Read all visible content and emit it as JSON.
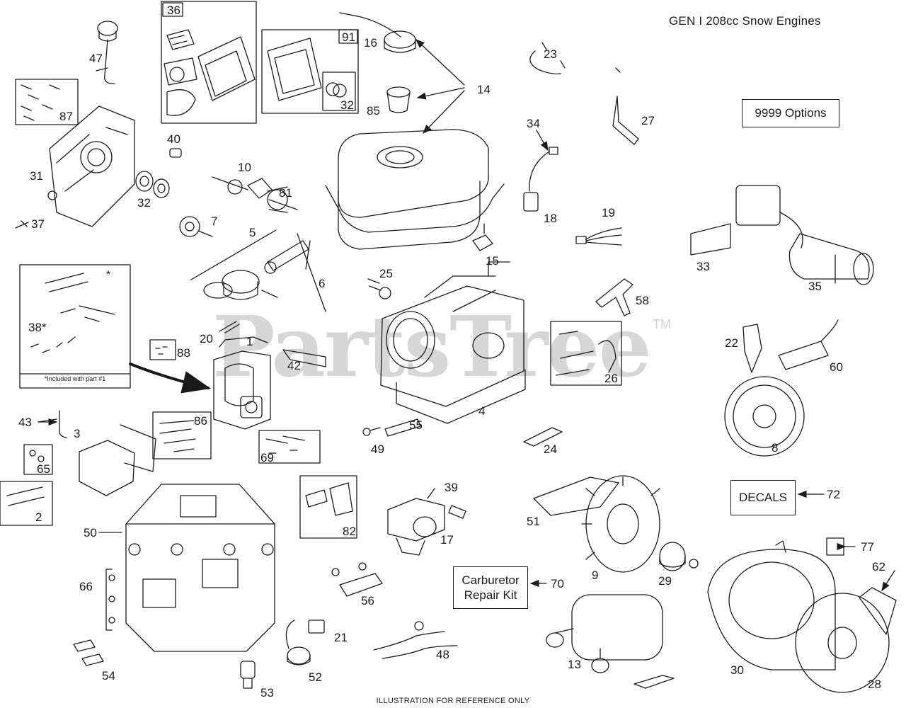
{
  "title": "GEN I 208cc Snow Engines",
  "watermark": "PartsTree",
  "trademark": "TM",
  "footer": "ILLUSTRATION FOR REFERENCE ONLY",
  "inset_note": "*Included with part #1",
  "inset_star": "*",
  "callouts": {
    "options": "9999  Options",
    "decals": "DECALS",
    "carb_line1": "Carburetor",
    "carb_line2": "Repair Kit"
  },
  "parts": [
    {
      "id": "36"
    },
    {
      "id": "91"
    },
    {
      "id": "16"
    },
    {
      "id": "14"
    },
    {
      "id": "85"
    },
    {
      "id": "32"
    },
    {
      "id": "47"
    },
    {
      "id": "87"
    },
    {
      "id": "31"
    },
    {
      "id": "37"
    },
    {
      "id": "40"
    },
    {
      "id": "32b"
    },
    {
      "id": "10"
    },
    {
      "id": "81"
    },
    {
      "id": "7"
    },
    {
      "id": "5"
    },
    {
      "id": "6"
    },
    {
      "id": "23"
    },
    {
      "id": "27"
    },
    {
      "id": "34"
    },
    {
      "id": "18"
    },
    {
      "id": "19"
    },
    {
      "id": "15"
    },
    {
      "id": "33"
    },
    {
      "id": "35"
    },
    {
      "id": "58"
    },
    {
      "id": "25"
    },
    {
      "id": "38"
    },
    {
      "id": "20"
    },
    {
      "id": "1"
    },
    {
      "id": "88"
    },
    {
      "id": "42"
    },
    {
      "id": "26"
    },
    {
      "id": "22"
    },
    {
      "id": "60"
    },
    {
      "id": "4"
    },
    {
      "id": "8"
    },
    {
      "id": "43"
    },
    {
      "id": "3"
    },
    {
      "id": "86"
    },
    {
      "id": "55"
    },
    {
      "id": "49"
    },
    {
      "id": "24"
    },
    {
      "id": "65"
    },
    {
      "id": "69"
    },
    {
      "id": "2"
    },
    {
      "id": "39"
    },
    {
      "id": "72"
    },
    {
      "id": "50"
    },
    {
      "id": "82"
    },
    {
      "id": "17"
    },
    {
      "id": "51"
    },
    {
      "id": "9"
    },
    {
      "id": "29"
    },
    {
      "id": "77"
    },
    {
      "id": "62"
    },
    {
      "id": "66"
    },
    {
      "id": "70"
    },
    {
      "id": "56"
    },
    {
      "id": "30"
    },
    {
      "id": "21"
    },
    {
      "id": "48"
    },
    {
      "id": "13"
    },
    {
      "id": "54"
    },
    {
      "id": "53"
    },
    {
      "id": "52"
    },
    {
      "id": "28"
    }
  ],
  "labels": {
    "p36": "36",
    "p91": "91",
    "p16": "16",
    "p14": "14",
    "p85": "85",
    "p32a": "32",
    "p47": "47",
    "p87": "87",
    "p31": "31",
    "p37": "37",
    "p40": "40",
    "p32b": "32",
    "p10": "10",
    "p81": "81",
    "p7": "7",
    "p5": "5",
    "p6": "6",
    "p23": "23",
    "p27": "27",
    "p34": "34",
    "p18": "18",
    "p19": "19",
    "p15": "15",
    "p33": "33",
    "p35": "35",
    "p58": "58",
    "p25": "25",
    "p38": "38*",
    "p20": "20",
    "p1": "1",
    "p88": "88",
    "p42": "42",
    "p26": "26",
    "p22": "22",
    "p60": "60",
    "p4": "4",
    "p8": "8",
    "p43": "43",
    "p3": "3",
    "p86": "86",
    "p55": "55",
    "p49": "49",
    "p24": "24",
    "p65": "65",
    "p69": "69",
    "p2": "2",
    "p39": "39",
    "p72": "72",
    "p50": "50",
    "p82": "82",
    "p17": "17",
    "p51": "51",
    "p9": "9",
    "p29": "29",
    "p77": "77",
    "p62": "62",
    "p66": "66",
    "p70": "70",
    "p56": "56",
    "p30": "30",
    "p21": "21",
    "p48": "48",
    "p13": "13",
    "p54": "54",
    "p53": "53",
    "p52": "52",
    "p28": "28"
  }
}
